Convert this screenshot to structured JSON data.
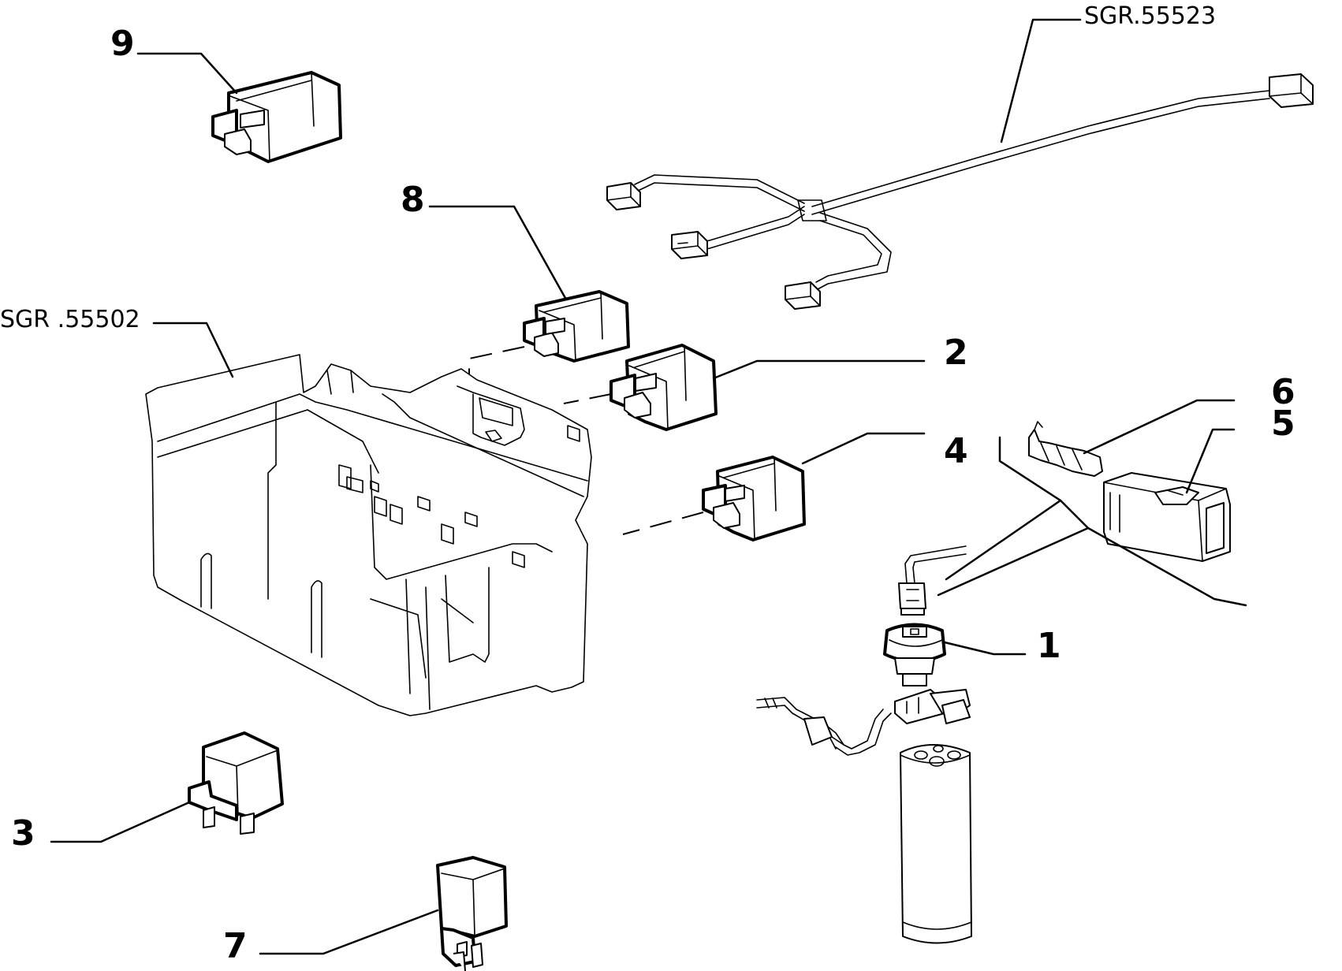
{
  "callouts": {
    "c1": "1",
    "c2": "2",
    "c3": "3",
    "c4": "4",
    "c5": "5",
    "c6": "6",
    "c7": "7",
    "c8": "8",
    "c9": "9"
  },
  "references": {
    "harness": "SGR.55523",
    "tray": "SGR .55502"
  }
}
